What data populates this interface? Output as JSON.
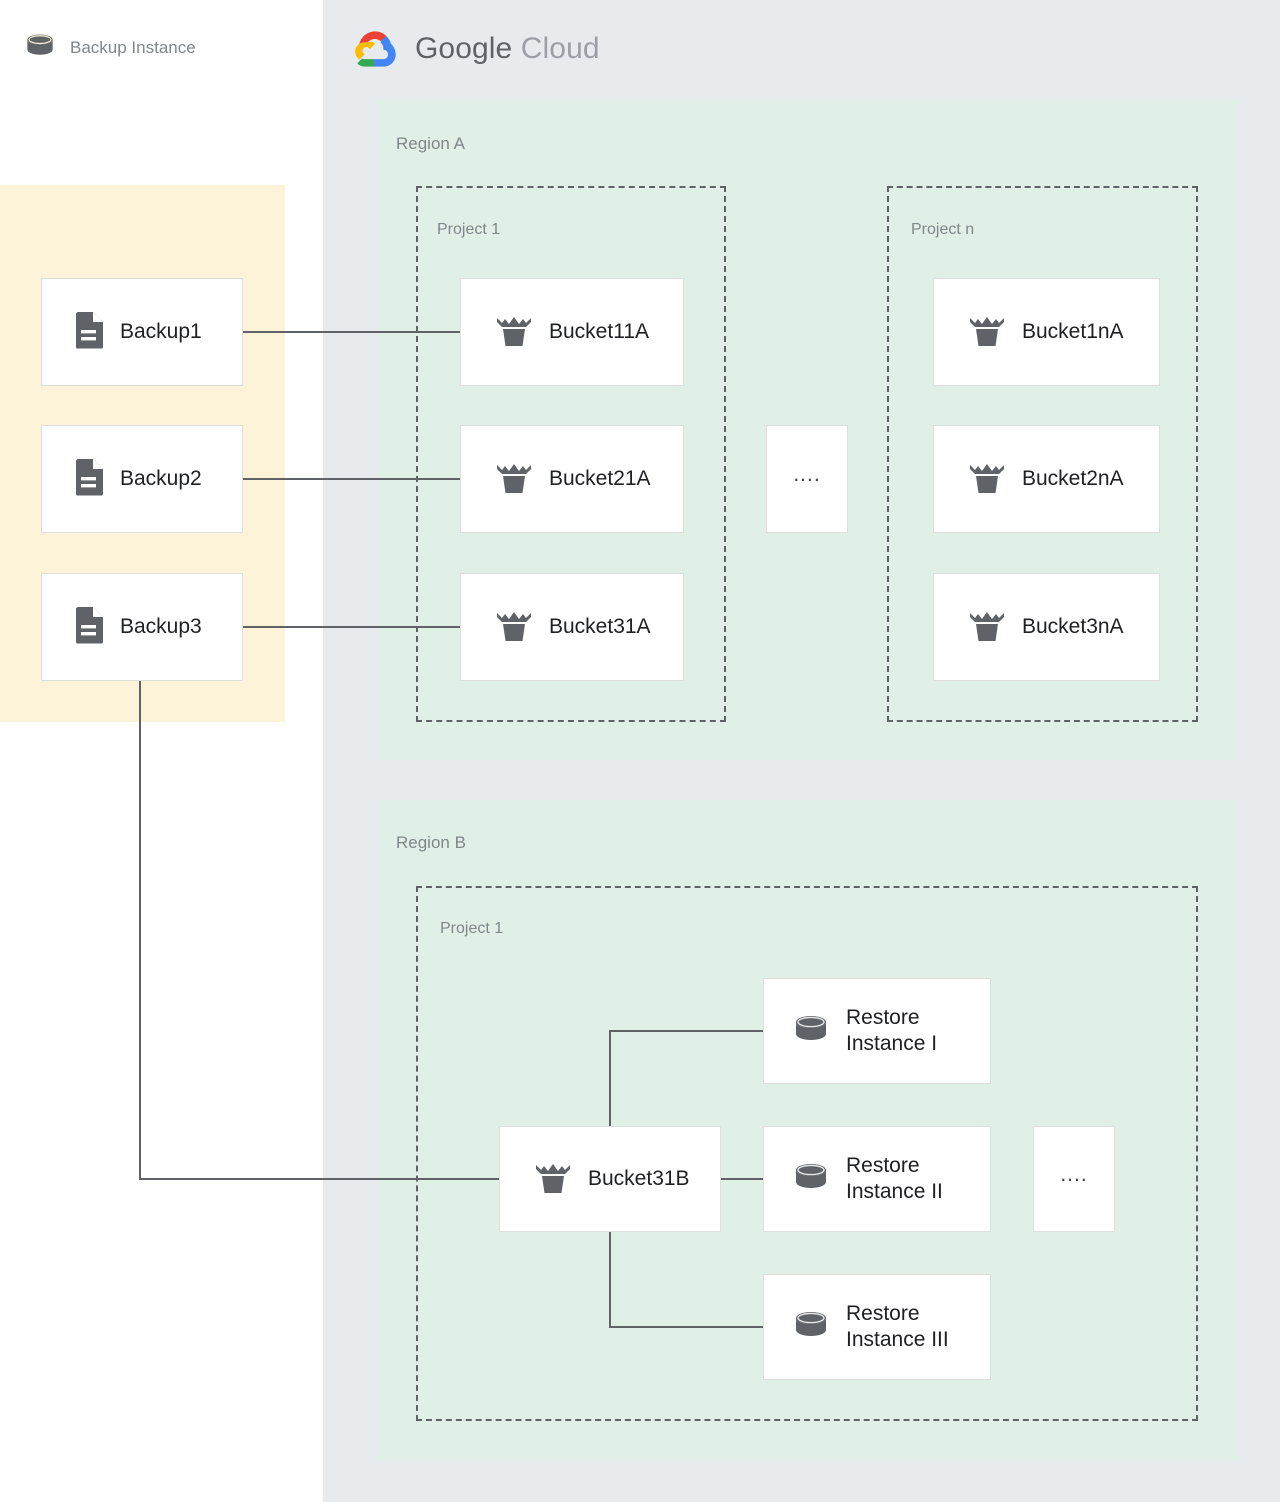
{
  "brand": {
    "name_part1": "Google",
    "name_part2": "Cloud",
    "logo_icon": "google-cloud-logo-icon",
    "colors": {
      "cloud_panel": "#e8ebee",
      "region": "#e0f0e7",
      "backup_panel": "#fdf3d8",
      "node_border": "#dedede",
      "edge": "#5f6368",
      "icon_fill": "#5f6368",
      "label_gray": "#80868b",
      "google_red": "#ea4335",
      "google_blue": "#4285f4",
      "google_yellow": "#fbbc05",
      "google_green": "#34a853"
    }
  },
  "backup_panel": {
    "title": "Backup Instance",
    "icon": "database-cylinder-icon",
    "items": [
      {
        "label": "Backup1",
        "icon": "document-icon"
      },
      {
        "label": "Backup2",
        "icon": "document-icon"
      },
      {
        "label": "Backup3",
        "icon": "document-icon"
      }
    ]
  },
  "regions": [
    {
      "label": "Region A",
      "projects": [
        {
          "label": "Project 1",
          "buckets": [
            {
              "label": "Bucket11A",
              "icon": "storage-bucket-icon"
            },
            {
              "label": "Bucket21A",
              "icon": "storage-bucket-icon"
            },
            {
              "label": "Bucket31A",
              "icon": "storage-bucket-icon"
            }
          ]
        },
        {
          "label": "Project n",
          "buckets": [
            {
              "label": "Bucket1nA",
              "icon": "storage-bucket-icon"
            },
            {
              "label": "Bucket2nA",
              "icon": "storage-bucket-icon"
            },
            {
              "label": "Bucket3nA",
              "icon": "storage-bucket-icon"
            }
          ]
        }
      ],
      "ellipsis": "...."
    },
    {
      "label": "Region B",
      "projects": [
        {
          "label": "Project 1",
          "buckets": [
            {
              "label": "Bucket31B",
              "icon": "storage-bucket-icon"
            }
          ],
          "restore_instances": [
            {
              "label": "Restore\nInstance I",
              "icon": "database-cylinder-icon"
            },
            {
              "label": "Restore\nInstance II",
              "icon": "database-cylinder-icon"
            },
            {
              "label": "Restore\nInstance III",
              "icon": "database-cylinder-icon"
            }
          ]
        }
      ],
      "ellipsis": "...."
    }
  ],
  "connections": [
    {
      "from": "Backup1",
      "to": "Bucket11A"
    },
    {
      "from": "Backup2",
      "to": "Bucket21A"
    },
    {
      "from": "Backup3",
      "to": "Bucket31A"
    },
    {
      "from": "Backup3",
      "to": "Bucket31B"
    },
    {
      "from": "Bucket31B",
      "to": "Restore Instance I"
    },
    {
      "from": "Bucket31B",
      "to": "Restore Instance II"
    },
    {
      "from": "Bucket31B",
      "to": "Restore Instance III"
    }
  ]
}
